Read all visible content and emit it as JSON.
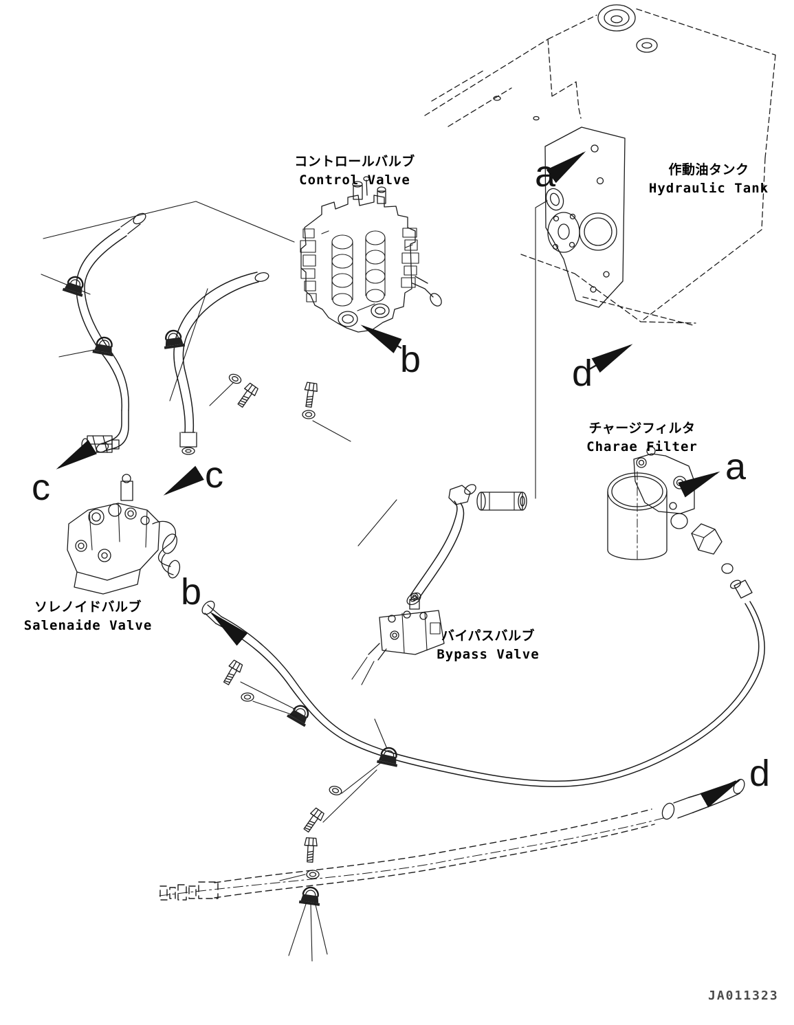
{
  "labels": {
    "control_valve": {
      "jp": "コントロールバルブ",
      "en": "Control Valve"
    },
    "hydraulic_tank": {
      "jp": "作動油タンク",
      "en": "Hydraulic Tank"
    },
    "charge_filter": {
      "jp": "チャージフィルタ",
      "en": "Charae Filter"
    },
    "solenoid_valve": {
      "jp": "ソレノイドバルブ",
      "en": "Salenaide Valve"
    },
    "bypass_valve": {
      "jp": "バイパスバルブ",
      "en": "Bypass Valve"
    }
  },
  "markers": {
    "a_tank": "a",
    "b_valve": "b",
    "d_tank": "d",
    "c_left": "c",
    "c_solenoid": "c",
    "a_filter": "a",
    "b_hose": "b",
    "d_hose": "d"
  },
  "drawing_number": "JA011323",
  "colors": {
    "line": "#1a1a1a",
    "background": "#ffffff"
  }
}
